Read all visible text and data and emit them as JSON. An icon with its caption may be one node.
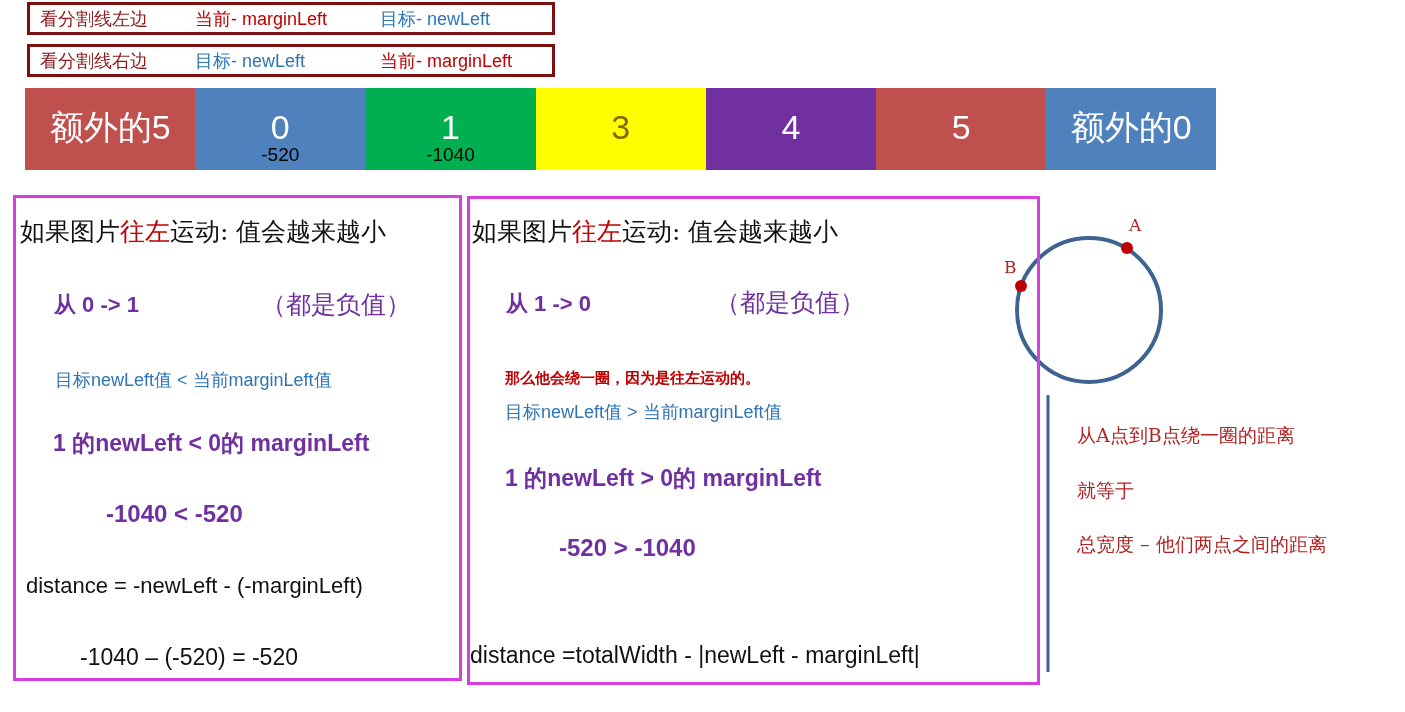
{
  "diagram": {
    "nodes": [
      {
        "text": [
          "看分割线左边",
          "当前- marginLeft",
          "目标- newLeft"
        ]
      },
      {
        "text": [
          "看分割线右边",
          "目标- newLeft",
          "当前- marginLeft"
        ]
      },
      {
        "text": [
          "额外的5"
        ]
      },
      {
        "text": [
          "0",
          "-520"
        ]
      },
      {
        "text": [
          "1",
          "-1040"
        ]
      },
      {
        "text": [
          "3"
        ]
      },
      {
        "text": [
          "4"
        ]
      },
      {
        "text": [
          "5"
        ]
      },
      {
        "text": [
          "额外的0"
        ]
      },
      {
        "text": [
          "如果图片**往左**运动: 值会越来越小",
          "从 0 -> 1",
          "（都是负值）",
          "目标newLeft值 < 当前marginLeft值",
          "1 的newLeft < 0的 marginLeft",
          "-1040 < -520",
          "distance = -newLeft - (-marginLeft)",
          "-1040 – (-520) = -520"
        ]
      },
      {
        "text": [
          "如果图片**往左**运动: 值会越来越小",
          "从 1 -> 0",
          "（都是负值）",
          "那么他会绕一圈，因为是往左运动的。",
          "目标newLeft值 > 当前marginLeft值",
          "1 的newLeft > 0的 marginLeft",
          "-520 > -1040",
          "distance =totalWidth - |newLeft - marginLeft|"
        ]
      }
    ],
    "edges": [],
    "labels": [
      "A",
      "B",
      "从A点到B点绕一圈的距离",
      "就等于",
      "总宽度 – 他们两点之间的距离"
    ]
  }
}
